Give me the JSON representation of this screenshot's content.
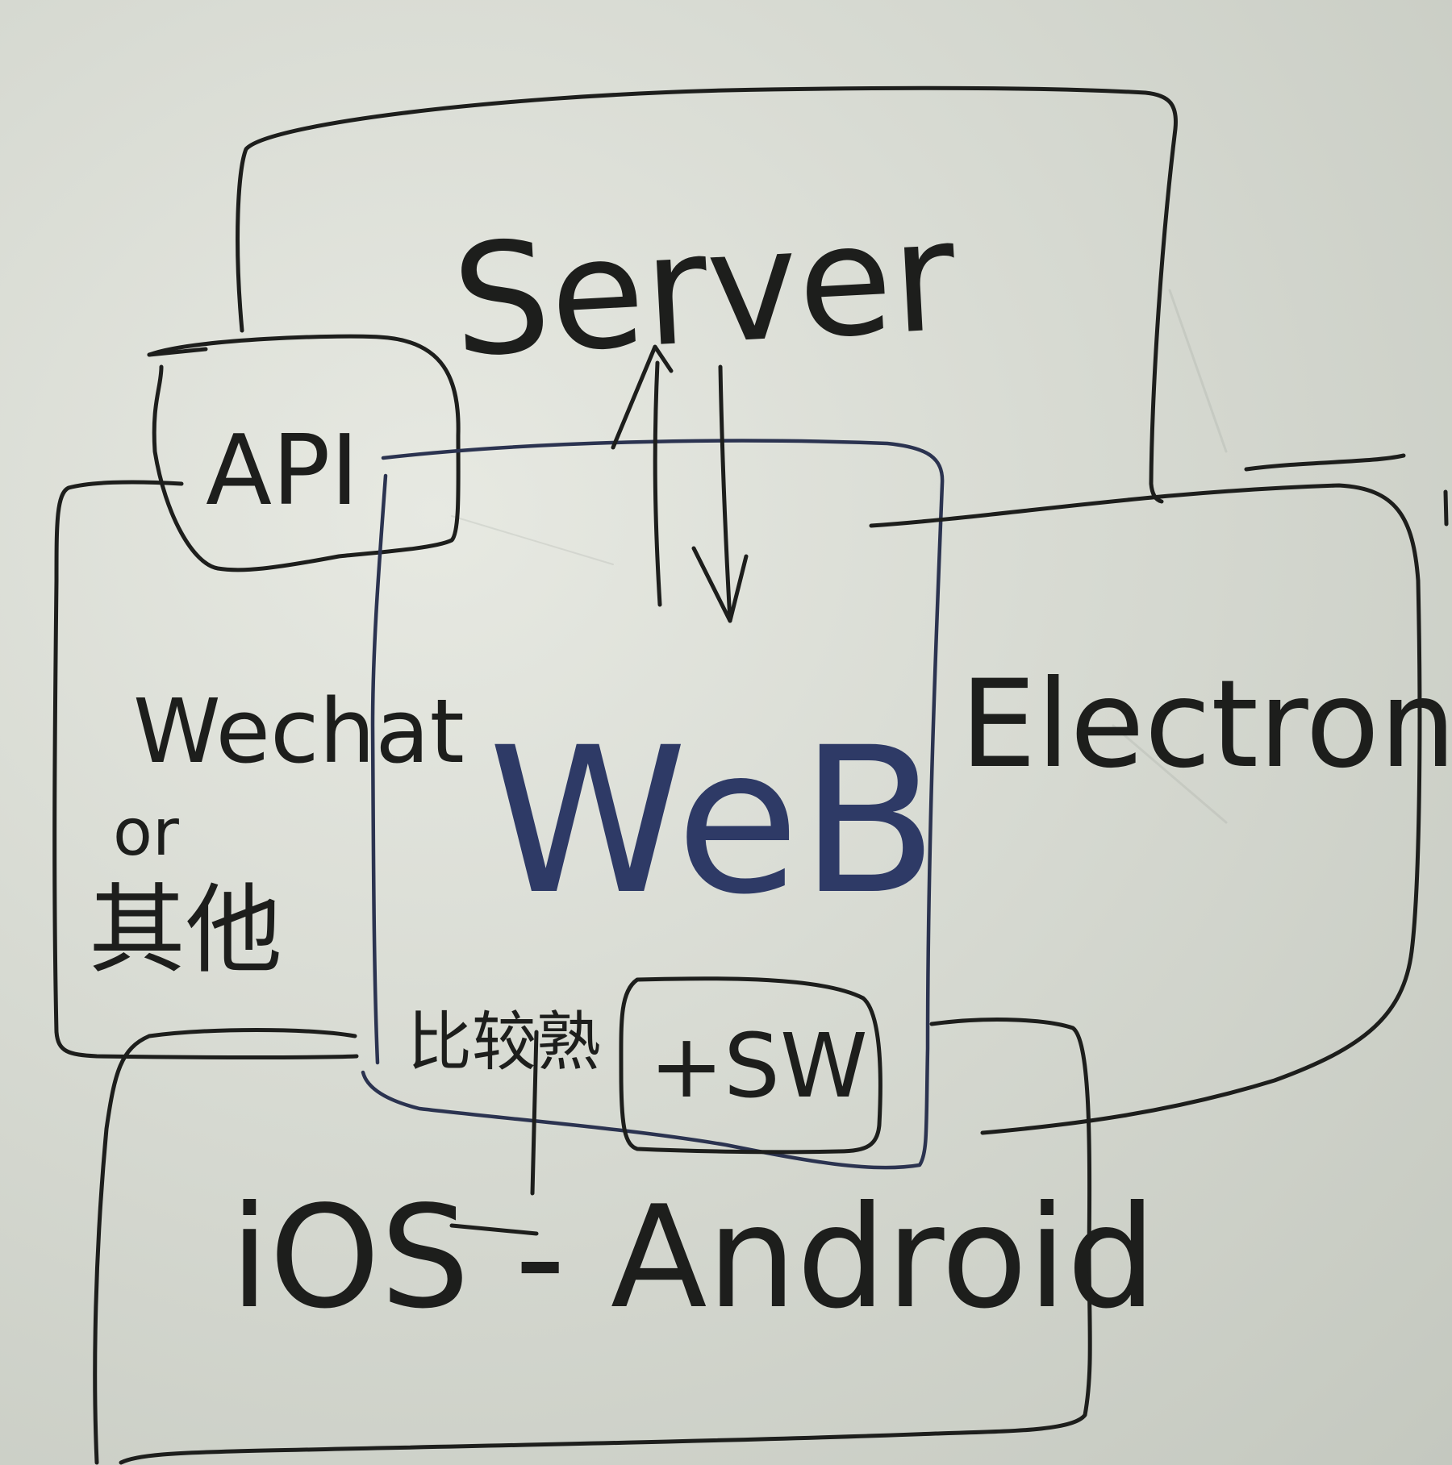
{
  "diagram": {
    "nodes": {
      "server": {
        "label": "Server"
      },
      "api": {
        "label": "API"
      },
      "wechat": {
        "label": "Wechat",
        "or_label": "or",
        "other_label": "其他"
      },
      "web": {
        "label": "WeB"
      },
      "electron": {
        "label": "Electron"
      },
      "sw": {
        "label": "+SW"
      },
      "mobile": {
        "label": "iOS - Android"
      },
      "handwriting_smudge": {
        "label": "比较熟"
      }
    },
    "edges": [
      {
        "from": "web",
        "to": "server",
        "direction": "up"
      },
      {
        "from": "server",
        "to": "web",
        "direction": "down"
      }
    ]
  }
}
